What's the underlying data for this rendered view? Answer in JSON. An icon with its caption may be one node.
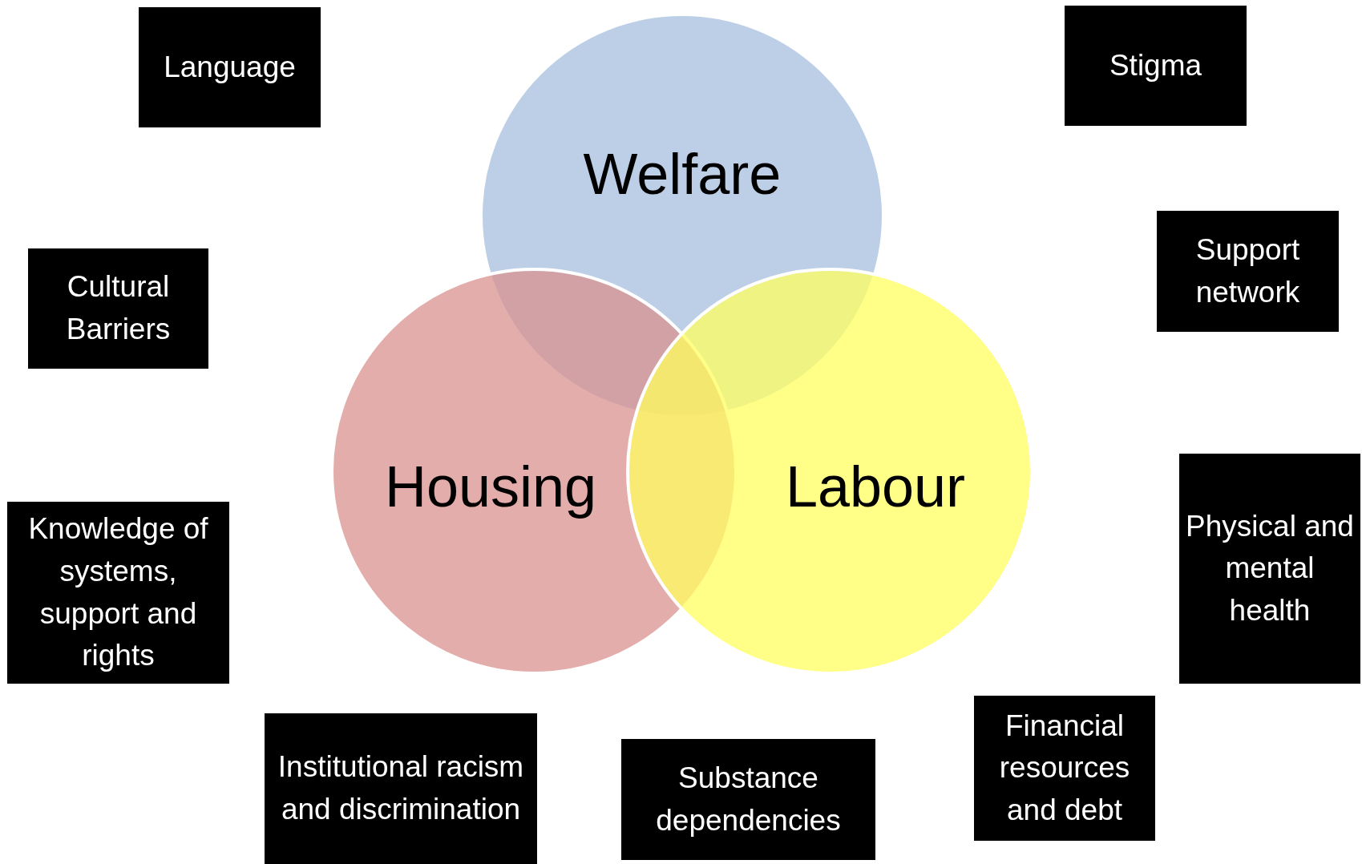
{
  "diagram": {
    "nodes": [
      {
        "text": [
          "Language"
        ]
      },
      {
        "text": [
          "Stigma"
        ]
      },
      {
        "text": [
          "Welfare"
        ]
      },
      {
        "text": [
          "Cultural Barriers"
        ]
      },
      {
        "text": [
          "Support network"
        ]
      },
      {
        "text": [
          "Housing"
        ]
      },
      {
        "text": [
          "Labour"
        ]
      },
      {
        "text": [
          "Physical and mental health"
        ]
      },
      {
        "text": [
          "Knowledge of systems, support and rights"
        ]
      },
      {
        "text": [
          "Financial resources and debt"
        ]
      },
      {
        "text": [
          "Institutional racism and discrimination"
        ]
      },
      {
        "text": [
          "Substance dependencies"
        ]
      }
    ]
  }
}
